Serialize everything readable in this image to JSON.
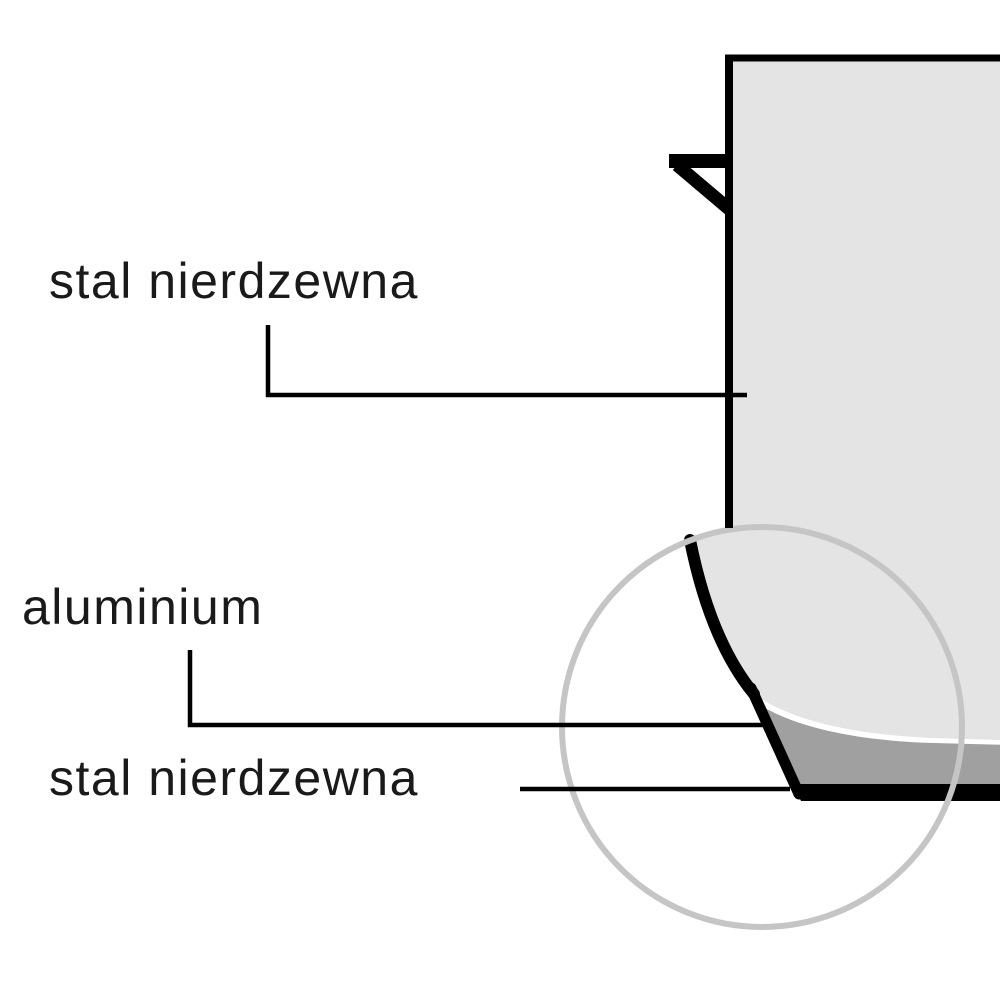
{
  "diagram": {
    "type": "cookware-construction-cross-section",
    "labels": {
      "wall": "stal nierdzewna",
      "core": "aluminium",
      "base": "stal nierdzewna"
    },
    "colors": {
      "pot_fill": "#e4e4e4",
      "aluminium_fill": "#a0a0a0",
      "separation_line": "#ffffff",
      "outline": "#000000",
      "magnifier_ring": "#c5c5c5",
      "label_text": "#1a1a1a"
    }
  }
}
